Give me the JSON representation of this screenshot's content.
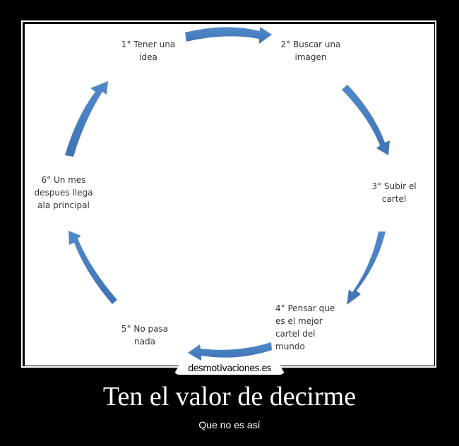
{
  "poster": {
    "title": "Ten el valor de decirme",
    "subtitle": "Que no es así",
    "watermark": "desmotivaciones.es",
    "colors": {
      "background": "#000000",
      "frame": "#ffffff",
      "arrow": "#4a7ebf",
      "label_text": "#333333",
      "caption_text": "#ffffff"
    }
  },
  "diagram": {
    "type": "cycle",
    "steps": [
      {
        "id": 1,
        "label": "1° Tener una\nidea"
      },
      {
        "id": 2,
        "label": "2° Buscar una\nimagen"
      },
      {
        "id": 3,
        "label": "3° Subir el\ncartel"
      },
      {
        "id": 4,
        "label": "4° Pensar que\nes el mejor\ncartel del\nmundo"
      },
      {
        "id": 5,
        "label": "5° No pasa\nnada"
      },
      {
        "id": 6,
        "label": "6° Un mes\ndespues llega\nala principal"
      }
    ],
    "arrows": [
      {
        "from": 1,
        "to": 2,
        "icon": "curved-arrow-right-icon"
      },
      {
        "from": 2,
        "to": 3,
        "icon": "curved-arrow-down-right-icon"
      },
      {
        "from": 3,
        "to": 4,
        "icon": "curved-arrow-down-left-icon"
      },
      {
        "from": 4,
        "to": 5,
        "icon": "curved-arrow-left-icon"
      },
      {
        "from": 5,
        "to": 6,
        "icon": "curved-arrow-up-left-icon"
      },
      {
        "from": 6,
        "to": 1,
        "icon": "curved-arrow-up-right-icon"
      }
    ]
  }
}
